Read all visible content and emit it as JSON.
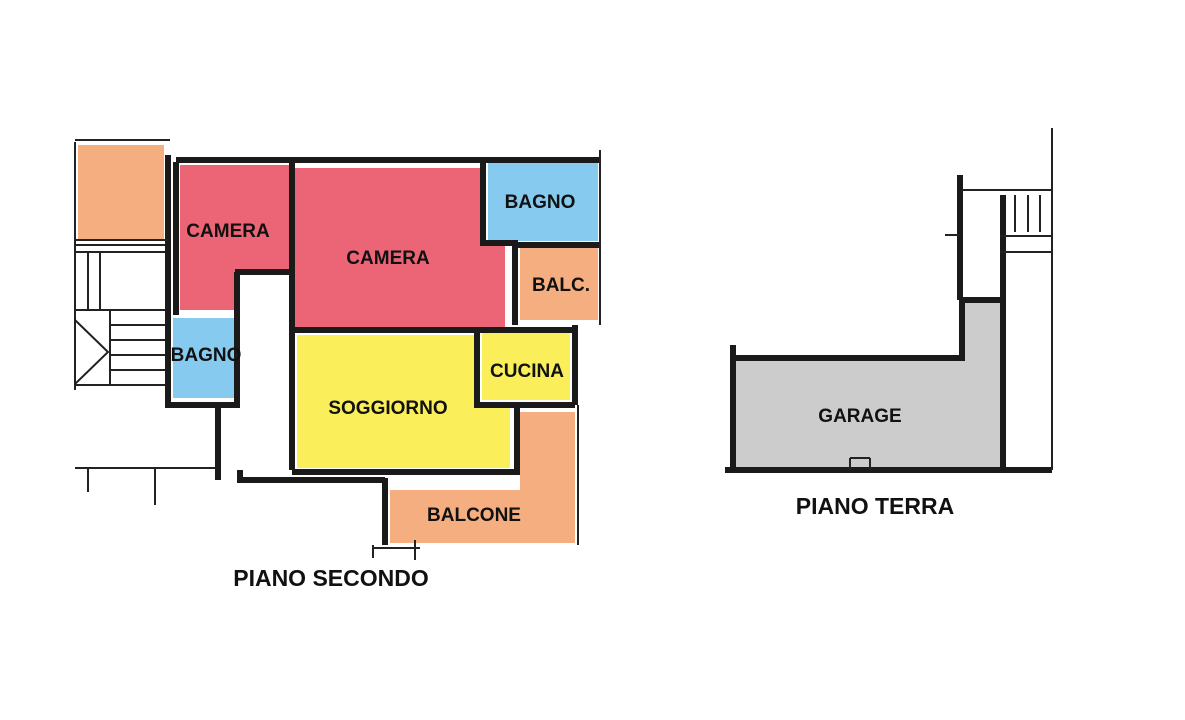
{
  "colors": {
    "bedroom": "#EC6577",
    "bathroom": "#86CBEF",
    "balcony": "#F5AE80",
    "living": "#FAEF5A",
    "kitchen": "#FAEF5A",
    "garage": "#CCCCCC",
    "wall": "#1A1A1A"
  },
  "second_floor": {
    "title": "PIANO SECONDO",
    "rooms": {
      "camera_small": "CAMERA",
      "camera_large": "CAMERA",
      "bagno_right": "BAGNO",
      "balc": "BALC.",
      "bagno_left": "BAGNO",
      "soggiorno": "SOGGIORNO",
      "cucina": "CUCINA",
      "balcone": "BALCONE"
    }
  },
  "ground_floor": {
    "title": "PIANO TERRA",
    "rooms": {
      "garage": "GARAGE"
    }
  }
}
